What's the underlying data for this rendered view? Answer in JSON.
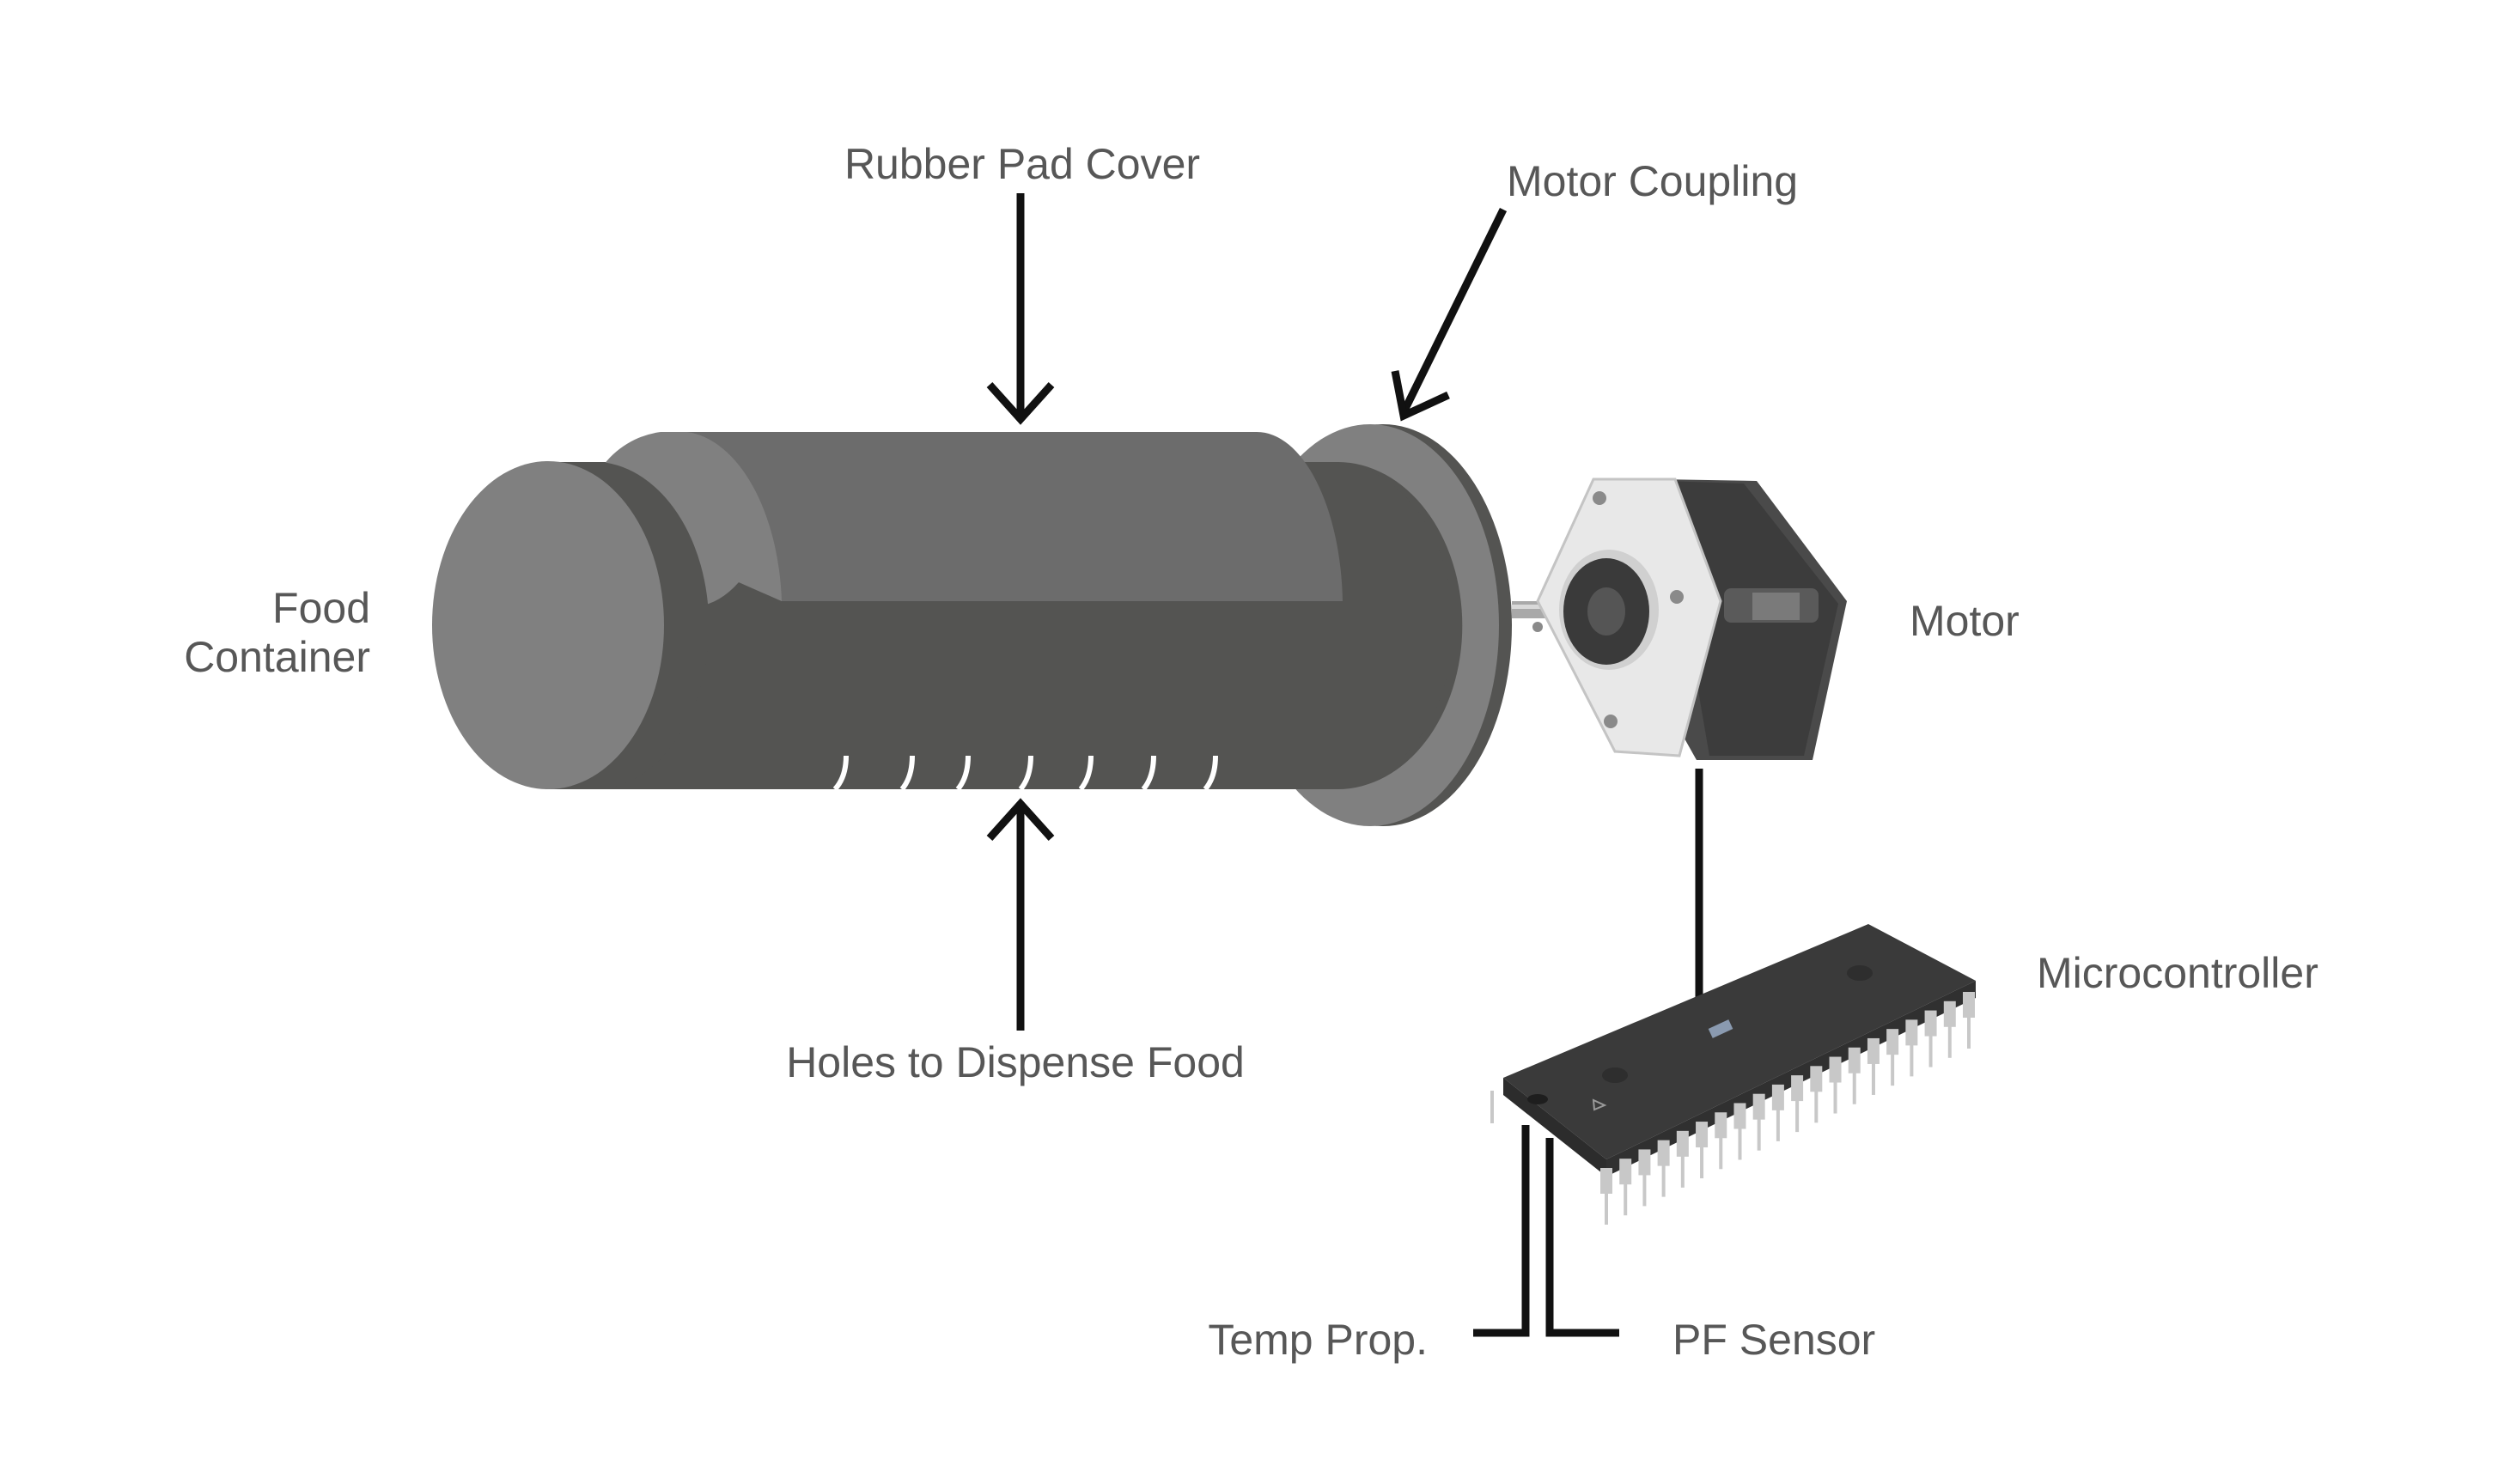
{
  "diagram": {
    "title": "Automatic pet feeder mechanism",
    "labels": {
      "rubber_pad_cover": "Rubber Pad Cover",
      "motor_coupling": "Motor Coupling",
      "food_container_line1": "Food",
      "food_container_line2": "Container",
      "motor": "Motor",
      "holes": "Holes to Dispense Food",
      "microcontroller": "Microcontroller",
      "temp_prop": "Temp Prop.",
      "pf_sensor": "PF Sensor"
    },
    "components": [
      {
        "id": "food-container",
        "icon": "cylinder-drum"
      },
      {
        "id": "rubber-pad-cover",
        "icon": "raised-pad"
      },
      {
        "id": "motor-coupling",
        "icon": "disc-flange"
      },
      {
        "id": "motor",
        "icon": "stepper-motor"
      },
      {
        "id": "microcontroller",
        "icon": "dip-40-chip",
        "visible_front_pins": 20
      },
      {
        "id": "temp-prop",
        "icon": "wire-lead"
      },
      {
        "id": "pf-sensor",
        "icon": "wire-lead"
      }
    ],
    "dispense_holes_count": 7,
    "colors": {
      "label_text": "#575757",
      "arrow": "#111111",
      "drum_dark": "#545452",
      "drum_mid": "#6c6c6c",
      "drum_light": "#808080",
      "chip_body": "#3a3a3a",
      "pin": "#c8c8c8",
      "motor_plate": "#e8e8e8"
    }
  }
}
